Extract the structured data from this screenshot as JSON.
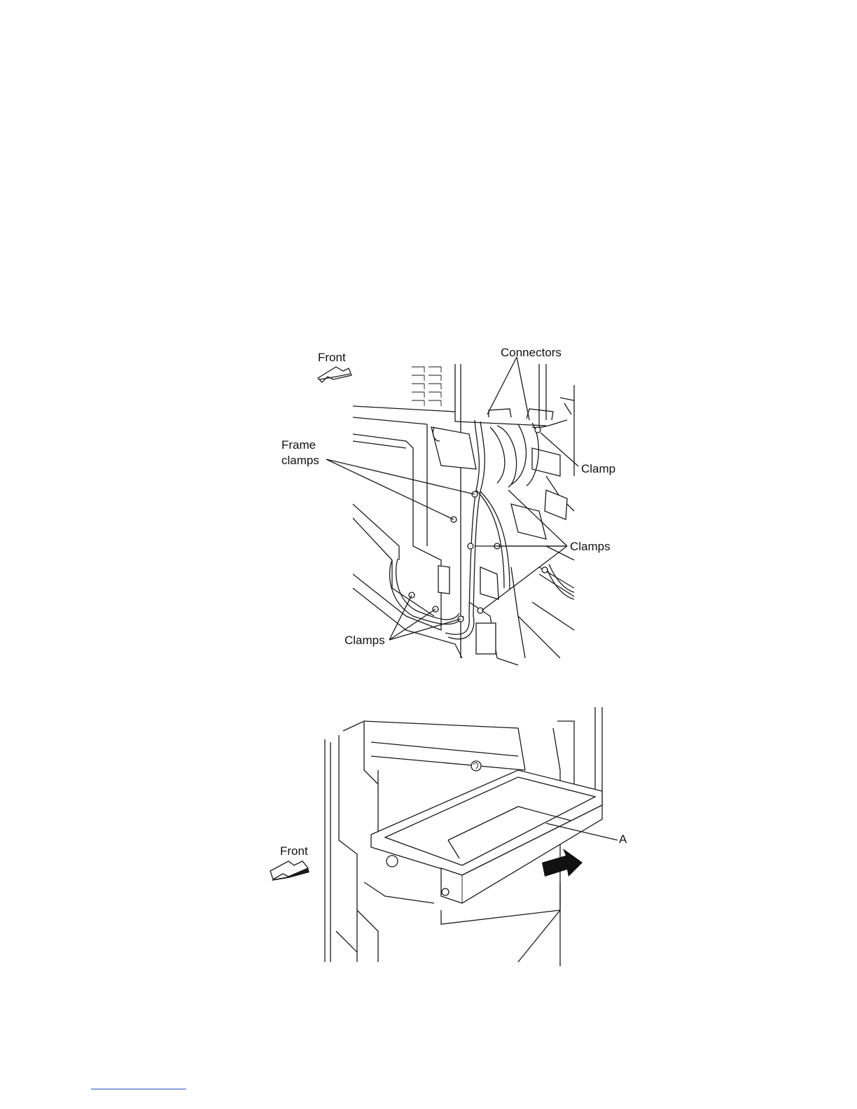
{
  "figure1": {
    "labels": {
      "front": "Front",
      "connectors": "Connectors",
      "frame_clamps_line1": "Frame",
      "frame_clamps_line2": "clamps",
      "clamp": "Clamp",
      "clamps_right": "Clamps",
      "clamps_bottom": "Clamps"
    }
  },
  "figure2": {
    "labels": {
      "front": "Front",
      "part_a": "A"
    }
  },
  "icons": {
    "front_arrow_1": "front-arrow-icon",
    "front_arrow_2": "front-arrow-icon",
    "pull_arrow": "pull-direction-arrow-icon"
  },
  "colors": {
    "line": "#1a1a1a",
    "link": "#2a4fbf"
  }
}
